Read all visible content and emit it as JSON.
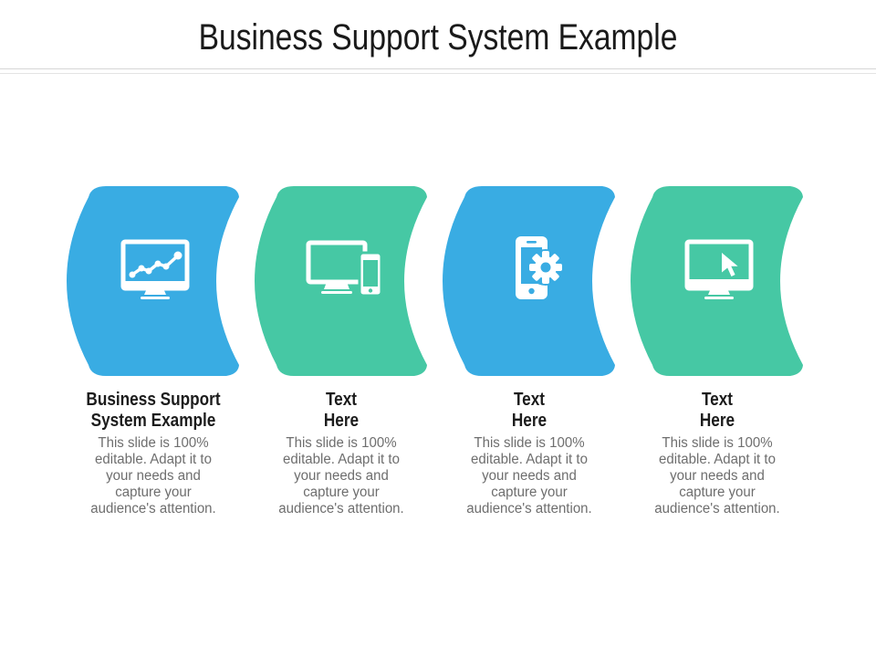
{
  "title": "Business Support System Example",
  "colors": {
    "blue": "#39ACE3",
    "teal": "#46C8A4",
    "title_text": "#1a1a1a",
    "heading_text": "#1c1c1c",
    "body_text": "#6e6e6e",
    "divider": "#d6d6d6",
    "background": "#ffffff",
    "icon": "#ffffff"
  },
  "body_lines": [
    "This slide is 100%",
    "editable. Adapt it to",
    "your needs and",
    "capture your",
    "audience's attention."
  ],
  "items": [
    {
      "heading_lines": [
        "Business Support",
        "System Example"
      ],
      "color_key": "blue",
      "icon": "line-chart-monitor"
    },
    {
      "heading_lines": [
        "Text",
        "Here"
      ],
      "color_key": "teal",
      "icon": "monitor-and-smartphone"
    },
    {
      "heading_lines": [
        "Text",
        "Here"
      ],
      "color_key": "blue",
      "icon": "smartphone-gear"
    },
    {
      "heading_lines": [
        "Text",
        "Here"
      ],
      "color_key": "teal",
      "icon": "monitor-cursor"
    }
  ]
}
